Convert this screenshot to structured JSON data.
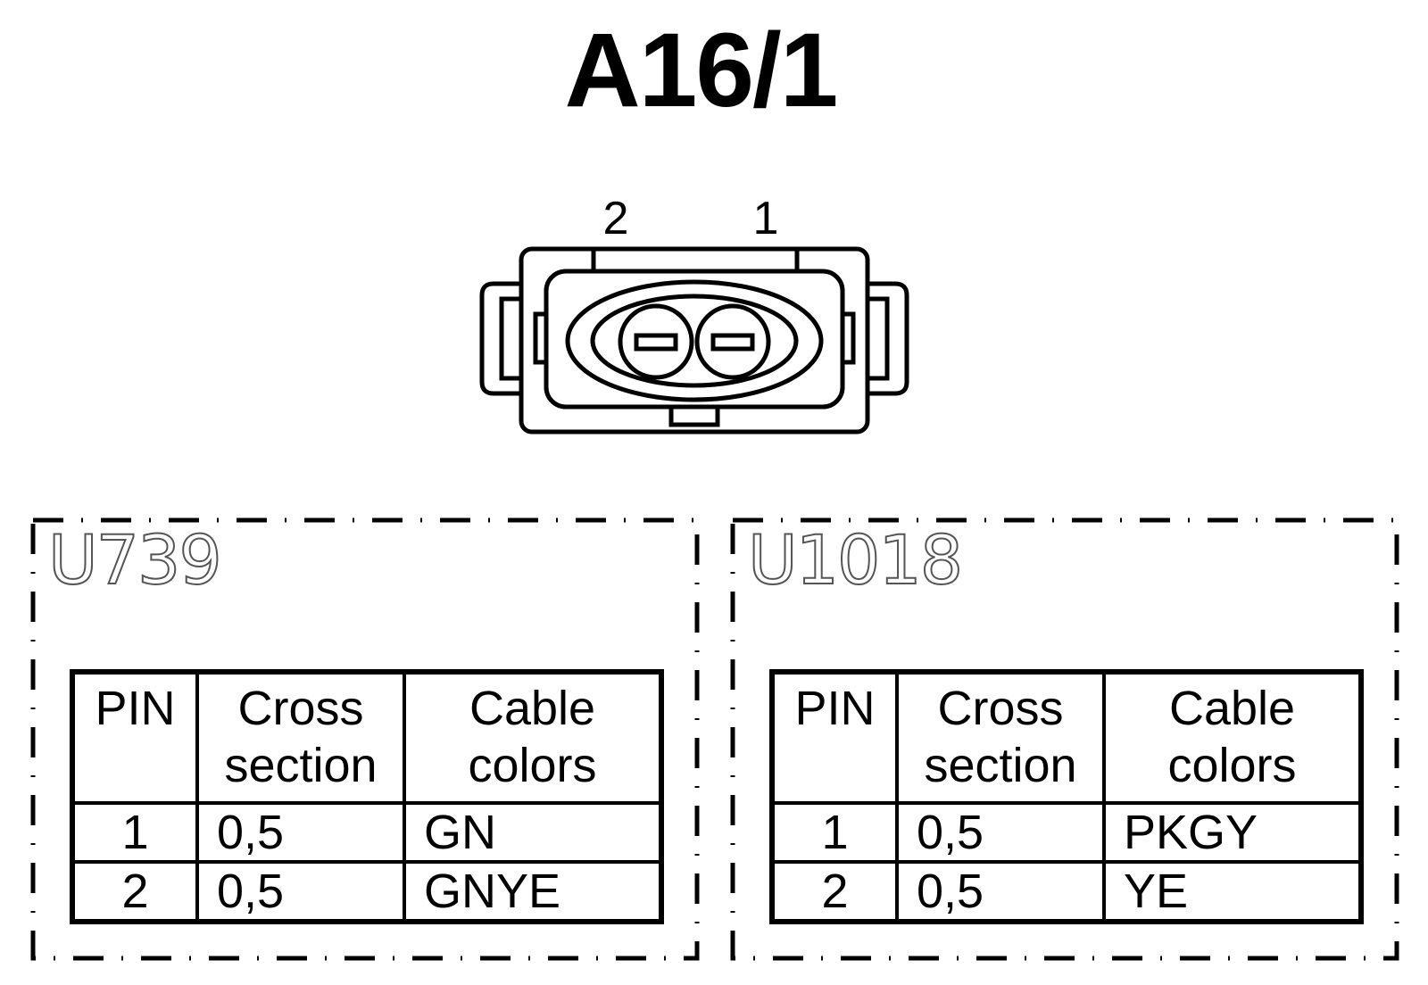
{
  "title": "A16/1",
  "connector": {
    "pin_labels": [
      "2",
      "1"
    ],
    "icon": "two-pin-connector-icon"
  },
  "variants": [
    {
      "code": "U739",
      "table": {
        "headers": {
          "pin": "PIN",
          "cross_section_line1": "Cross",
          "cross_section_line2": "section",
          "cable_colors_line1": "Cable",
          "cable_colors_line2": "colors"
        },
        "rows": [
          {
            "pin": "1",
            "cross_section": "0,5",
            "cable_color": "GN"
          },
          {
            "pin": "2",
            "cross_section": "0,5",
            "cable_color": "GNYE"
          }
        ]
      }
    },
    {
      "code": "U1018",
      "table": {
        "headers": {
          "pin": "PIN",
          "cross_section_line1": "Cross",
          "cross_section_line2": "section",
          "cable_colors_line1": "Cable",
          "cable_colors_line2": "colors"
        },
        "rows": [
          {
            "pin": "1",
            "cross_section": "0,5",
            "cable_color": "PKGY"
          },
          {
            "pin": "2",
            "cross_section": "0,5",
            "cable_color": "YE"
          }
        ]
      }
    }
  ]
}
